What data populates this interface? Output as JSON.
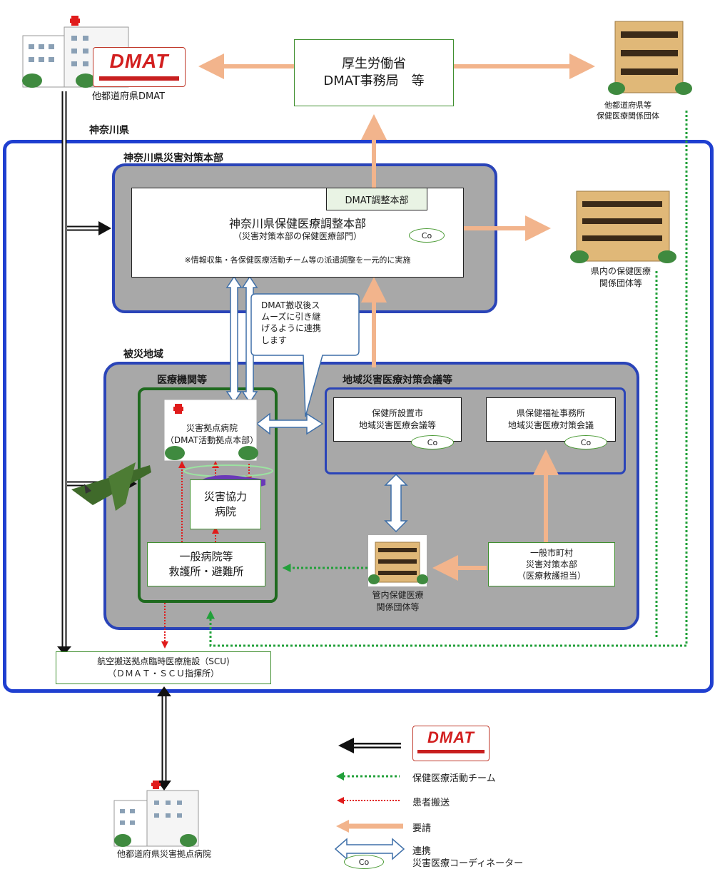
{
  "top": {
    "mhlw_line1": "厚生労働省",
    "mhlw_line2": "DMAT事務局　等",
    "other_pref_dmat": "他都道府県DMAT",
    "other_pref_health_line1": "他都道府県等",
    "other_pref_health_line2": "保健医療関係団体"
  },
  "prefecture": {
    "label": "神奈川県",
    "hq_label": "神奈川県災害対策本部",
    "dmat_coord": "DMAT調整本部",
    "coord_title": "神奈川県保健医療調整本部",
    "coord_sub": "（災害対策本部の保健医療部門）",
    "coord_note": "※情報収集・各保健医療活動チーム等の派遣調整を一元的に実施",
    "in_pref_health_line1": "県内の保健医療",
    "in_pref_health_line2": "関係団体等",
    "callout_lines": [
      "DMAT撤収後ス",
      "ムーズに引き継",
      "げるように連携",
      "します"
    ]
  },
  "disaster_area": {
    "label": "被災地域",
    "medical_label": "医療機関等",
    "council_label": "地域災害医療対策会議等",
    "base_hospital_line1": "災害拠点病院",
    "base_hospital_line2": "（DMAT活動拠点本部）",
    "cooperating_line1": "災害協力",
    "cooperating_line2": "病院",
    "general_line1": "一般病院等",
    "general_line2": "救護所・避難所",
    "city_council_line1": "保健所設置市",
    "city_council_line2": "地域災害医療会議等",
    "pref_office_line1": "県保健福祉事務所",
    "pref_office_line2": "地域災害医療対策会議",
    "municipality_line1": "一般市町村",
    "municipality_line2": "災害対策本部",
    "municipality_line3": "（医療救護担当）",
    "local_health_line1": "管内保健医療",
    "local_health_line2": "関係団体等",
    "scu_line1": "航空搬送拠点臨時医療施設（SCU)",
    "scu_line2": "（ＤＭＡＴ・ＳＣＵ指揮所）"
  },
  "bottom": {
    "other_pref_base_hospital": "他都道府県災害拠点病院"
  },
  "logo": {
    "dmat_text": "DMAT"
  },
  "coordinator": "Co",
  "legend": {
    "team": "保健医療活動チーム",
    "transport": "患者搬送",
    "request": "要請",
    "cooperation": "連携",
    "coordinator": "災害医療コーディネーター"
  },
  "colors": {
    "outer_border": "#1f3fd0",
    "panel_gray": "#a8a8a8",
    "inner_frame_blue": "#2a44b8",
    "medical_frame_green": "#1f6a1f",
    "request_arrow": "#f2b48c",
    "cooperation_arrow": "#3e6fa8",
    "team_dotted": "#22a03a",
    "transport_dotted": "#e01b1b"
  }
}
